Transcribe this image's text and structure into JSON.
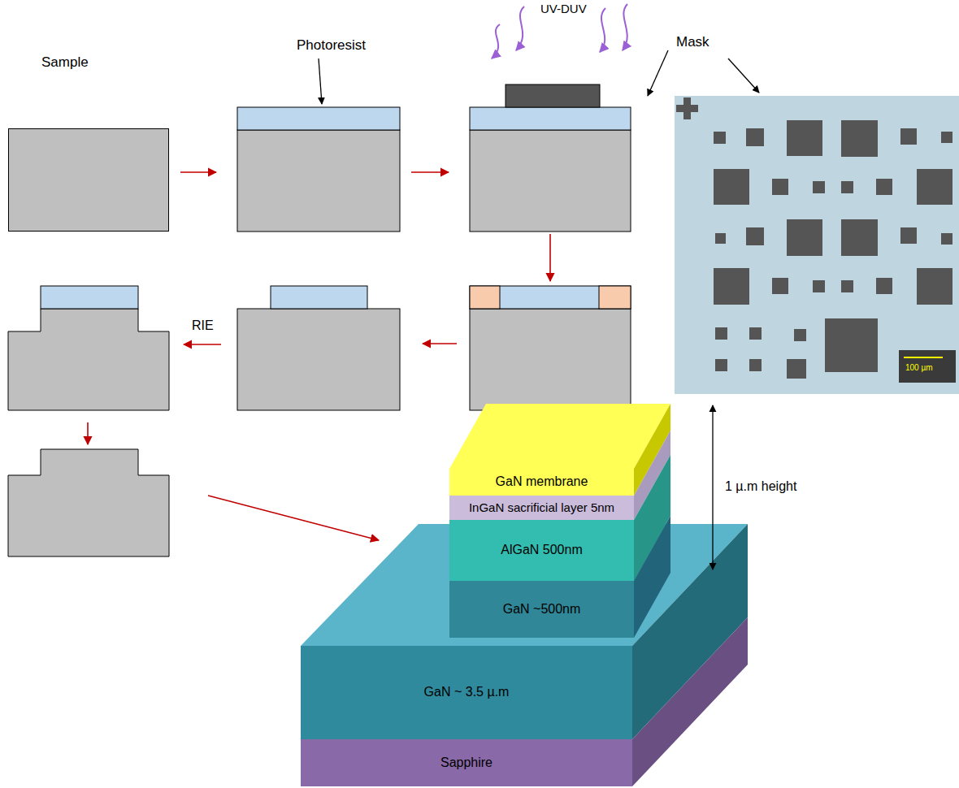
{
  "diagram": {
    "nodes": [
      {
        "text": [
          "Sample"
        ]
      },
      {
        "text": [
          "GaN membrane"
        ]
      },
      {
        "text": [
          "InGaN sacrificial layer 5nm"
        ]
      },
      {
        "text": [
          "AlGaN 500nm"
        ]
      },
      {
        "text": [
          "GaN ~500nm"
        ]
      },
      {
        "text": [
          "GaN ~ 3.5 µ.m"
        ]
      },
      {
        "text": [
          "Sapphire"
        ]
      }
    ],
    "labels": [
      "Photoresist",
      "UV-DUV",
      "Mask",
      "100 µm",
      "RIE",
      "1 µ.m height"
    ]
  }
}
